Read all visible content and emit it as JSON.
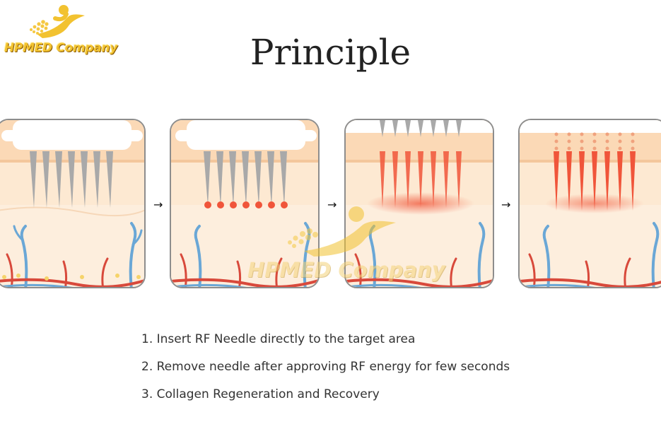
{
  "logo": {
    "text": "HPMED Company",
    "icon": "company-logo-icon"
  },
  "title": "Principle",
  "panels": [
    {
      "name": "needle-insert"
    },
    {
      "name": "rf-energy-tips"
    },
    {
      "name": "needle-removal-heat"
    },
    {
      "name": "collagen-regeneration"
    }
  ],
  "arrows": [
    "→",
    "→",
    "→"
  ],
  "steps": [
    "1. Insert RF Needle directly to the target area",
    "2. Remove needle after approving RF energy for few seconds",
    "3. Collagen Regeneration and Recovery"
  ],
  "watermark": {
    "text": "HPMED Company"
  },
  "colors": {
    "skin_top": "#fbd9b6",
    "skin_mid": "#fde9d2",
    "needle_gray": "#a9a9a9",
    "energy_red": "#f0553a",
    "vein_blue": "#6aa7d6",
    "artery_red": "#d8493b",
    "logo_gold": "#f2c230"
  }
}
